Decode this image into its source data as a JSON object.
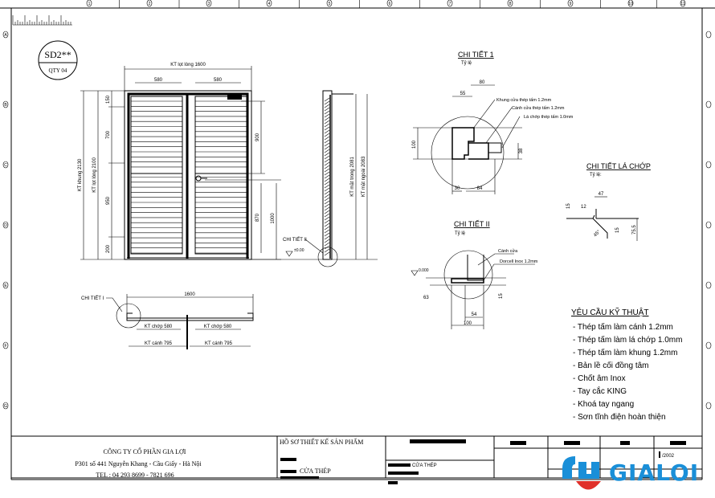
{
  "border": {
    "columns": [
      "1",
      "2",
      "3",
      "4",
      "5",
      "6",
      "7",
      "8",
      "9",
      "10",
      "11"
    ],
    "rows": [
      "A",
      "B",
      "C",
      "D",
      "E",
      "F",
      "G"
    ]
  },
  "stamp": {
    "code": "SD2**",
    "qty": "QTY 04"
  },
  "front_view": {
    "width_label": "KT lọt lòng 1600",
    "leaf_widths": [
      "580",
      "580"
    ],
    "height_frame": "KT khung 2130",
    "height_clear": "KT lọt lòng 2100",
    "segments": [
      "150",
      "700",
      "950",
      "200"
    ],
    "right_dims": [
      "900",
      "870"
    ],
    "handle_height": "1000",
    "detail_ref": "CHI TIẾT II",
    "level": "±0.00"
  },
  "side_view": {
    "inner": "KT mặt trong 2081",
    "outer": "KT mặt ngoài 2083"
  },
  "plan_view": {
    "detail_ref": "CHI TIẾT I",
    "total": "1600",
    "louver_left": "KT chớp 580",
    "louver_right": "KT chớp 580",
    "leaf_left": "KT cánh 795",
    "leaf_right": "KT cánh 795"
  },
  "detail1": {
    "title": "CHI TIẾT 1",
    "scale": "Tỷ lệ",
    "dims": [
      "80",
      "55",
      "100",
      "30",
      "38",
      "84"
    ],
    "labels": [
      "Khung cửa thép tấm 1.2mm",
      "Cánh cửa thép tấm 1.2mm",
      "Lá chớp thép tấm 1.0mm"
    ]
  },
  "detail_louver": {
    "title": "CHI TIẾT LÁ CHỚP",
    "scale": "Tỷ lệ:",
    "dims": [
      "47",
      "12",
      "15",
      "45°",
      "15",
      "75.5"
    ]
  },
  "detail2": {
    "title": "CHI TIẾT II",
    "scale": "Tỷ lệ",
    "level": "0.000",
    "dims": [
      "63",
      "15",
      "54",
      "100"
    ],
    "labels": [
      "Cánh cửa",
      "Dorcell Inox 1.2mm"
    ]
  },
  "requirements": {
    "title": "YÊU CẦU KỸ THUẬT",
    "items": [
      "- Thép tấm làm cánh 1.2mm",
      "- Thép tấm làm lá chớp 1.0mm",
      "- Thép tấm làm khung 1.2mm",
      "- Bản lề cối đồng tâm",
      "- Chốt âm Inox",
      "- Tay cắc KING",
      "- Khoá tay ngang",
      "- Sơn tĩnh điện hoàn thiện"
    ]
  },
  "title_block": {
    "company": "CÔNG TY CỔ PHẦN GIA LỢI",
    "address": "P301 số 441 Nguyễn Khang - Cầu Giấy - Hà Nội",
    "phone": "TEL : 04 293 8699 - 7821 696",
    "dossier": "HỒ SƠ THIẾT KẾ SẢN PHẨM",
    "product": "CỬA THÉP",
    "product_small": "CỬA THÉP",
    "sheet": "/2002",
    "logo": "GIALOI"
  },
  "colors": {
    "logo_blue": "#1a8fd8",
    "logo_red": "#e0302a"
  }
}
